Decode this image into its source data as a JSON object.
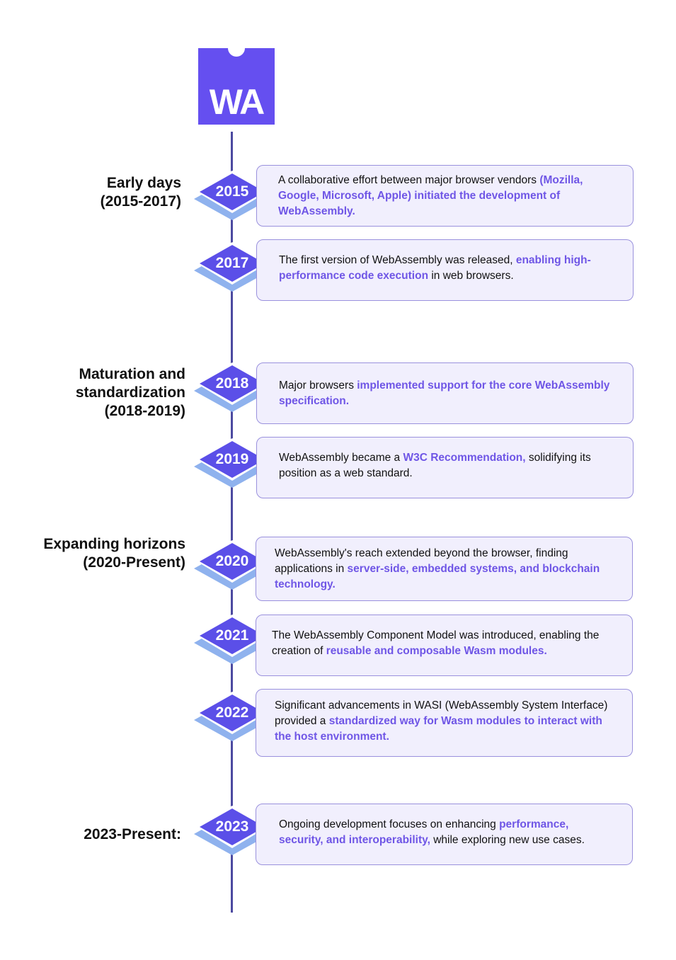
{
  "logo": {
    "text": "WA"
  },
  "colors": {
    "brand": "#654ff0",
    "line": "#4c4aa0",
    "diamond_top": "#5b4fe8",
    "diamond_side": "#8fb2ee",
    "highlight": "#6f56e6",
    "card_fill": "#f1effd",
    "card_border": "#9a91dd"
  },
  "phases": [
    {
      "lines": [
        "Early days",
        "(2015-2017)"
      ]
    },
    {
      "lines": [
        "Maturation and",
        "standardization",
        "(2018-2019)"
      ]
    },
    {
      "lines": [
        "Expanding horizons",
        "(2020-Present)"
      ]
    },
    {
      "lines": [
        "2023-Present:"
      ]
    }
  ],
  "milestones": [
    {
      "year": "2015",
      "segments": [
        {
          "text": "A collaborative effort between major browser vendors ",
          "hl": false
        },
        {
          "text": "(Mozilla, Google, Microsoft, Apple) initiated the development of WebAssembly.",
          "hl": true
        }
      ]
    },
    {
      "year": "2017",
      "segments": [
        {
          "text": "The first version of WebAssembly was released, ",
          "hl": false
        },
        {
          "text": "enabling high-performance code execution",
          "hl": true
        },
        {
          "text": " in web browsers.",
          "hl": false
        }
      ]
    },
    {
      "year": "2018",
      "segments": [
        {
          "text": "Major browsers ",
          "hl": false
        },
        {
          "text": "implemented support for the core WebAssembly specification.",
          "hl": true
        }
      ]
    },
    {
      "year": "2019",
      "segments": [
        {
          "text": "WebAssembly became a ",
          "hl": false
        },
        {
          "text": "W3C Recommendation,",
          "hl": true
        },
        {
          "text": " solidifying its position as a web standard.",
          "hl": false
        }
      ]
    },
    {
      "year": "2020",
      "segments": [
        {
          "text": "WebAssembly's reach extended beyond the browser, finding applications in ",
          "hl": false
        },
        {
          "text": "server-side, embedded systems, and blockchain technology.",
          "hl": true
        }
      ]
    },
    {
      "year": "2021",
      "segments": [
        {
          "text": "The WebAssembly Component Model was introduced, enabling the creation of ",
          "hl": false
        },
        {
          "text": "reusable and composable Wasm modules.",
          "hl": true
        }
      ]
    },
    {
      "year": "2022",
      "segments": [
        {
          "text": "Significant advancements in WASI (WebAssembly System Interface) provided a ",
          "hl": false
        },
        {
          "text": "standardized way for Wasm modules to interact with the host environment.",
          "hl": true
        }
      ]
    },
    {
      "year": "2023",
      "segments": [
        {
          "text": "Ongoing development focuses on enhancing ",
          "hl": false
        },
        {
          "text": "performance, security, and interoperability,",
          "hl": true
        },
        {
          "text": " while exploring new use cases.",
          "hl": false
        }
      ]
    }
  ]
}
